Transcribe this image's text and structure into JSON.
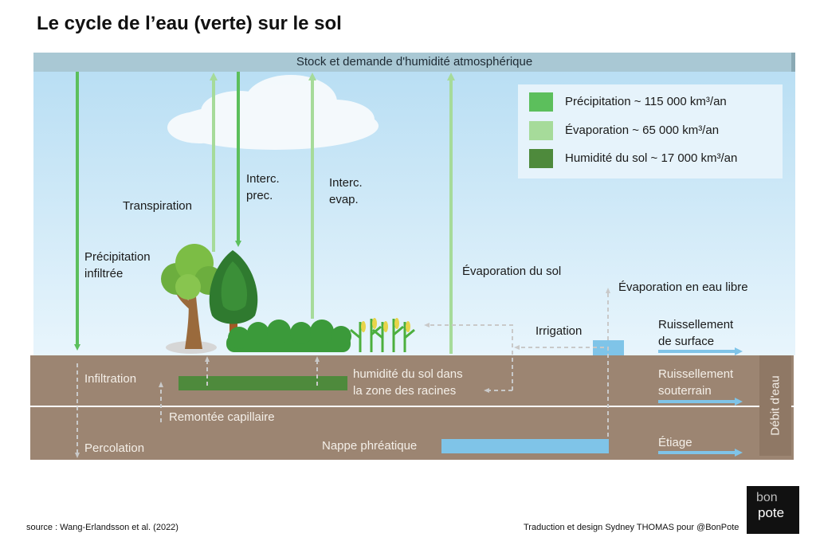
{
  "title": "Le cycle de l’eau (verte) sur le sol",
  "atmosphere_label": "Stock et demande d'humidité atmosphérique",
  "legend": [
    {
      "label": "Précipitation ~ 115 000 km³/an",
      "color": "#5cbf5c"
    },
    {
      "label": "Évaporation ~ 65 000 km³/an",
      "color": "#a6db9a"
    },
    {
      "label": "Humidité du sol ~ 17 000 km³/an",
      "color": "#4e8a3c"
    }
  ],
  "labels": {
    "transpiration": "Transpiration",
    "interc_prec_1": "Interc.",
    "interc_prec_2": "prec.",
    "interc_evap_1": "Interc.",
    "interc_evap_2": "evap.",
    "precip_infiltree_1": "Précipitation",
    "precip_infiltree_2": "infiltrée",
    "evap_sol": "Évaporation du sol",
    "evap_eau_libre": "Évaporation en eau libre",
    "irrigation": "Irrigation",
    "ruissellement_surface_1": "Ruissellement",
    "ruissellement_surface_2": "de surface",
    "infiltration": "Infiltration",
    "humidite_zone_1": "humidité du sol dans",
    "humidite_zone_2": "la zone des racines",
    "ruissellement_sout_1": "Ruissellement",
    "ruissellement_sout_2": "souterrain",
    "remontee": "Remontée capillaire",
    "percolation": "Percolation",
    "nappe": "Nappe phréatique",
    "etiage": "Étiage",
    "debit": "Débit d'eau"
  },
  "footer": {
    "source": "source : Wang-Erlandsson et al. (2022)",
    "credit": "Traduction et design Sydney THOMAS pour @BonPote"
  },
  "logo": {
    "line1": "bon",
    "line2": "pote"
  },
  "colors": {
    "precipitation": "#5cbf5c",
    "evaporation": "#a6db9a",
    "soil_moisture": "#4e8a3c",
    "soil": "#9c8572",
    "water": "#7fc4e8",
    "sky_top": "#b9dff4",
    "sky_bottom": "#e7f4fb",
    "dashed": "#c9c9c9"
  }
}
